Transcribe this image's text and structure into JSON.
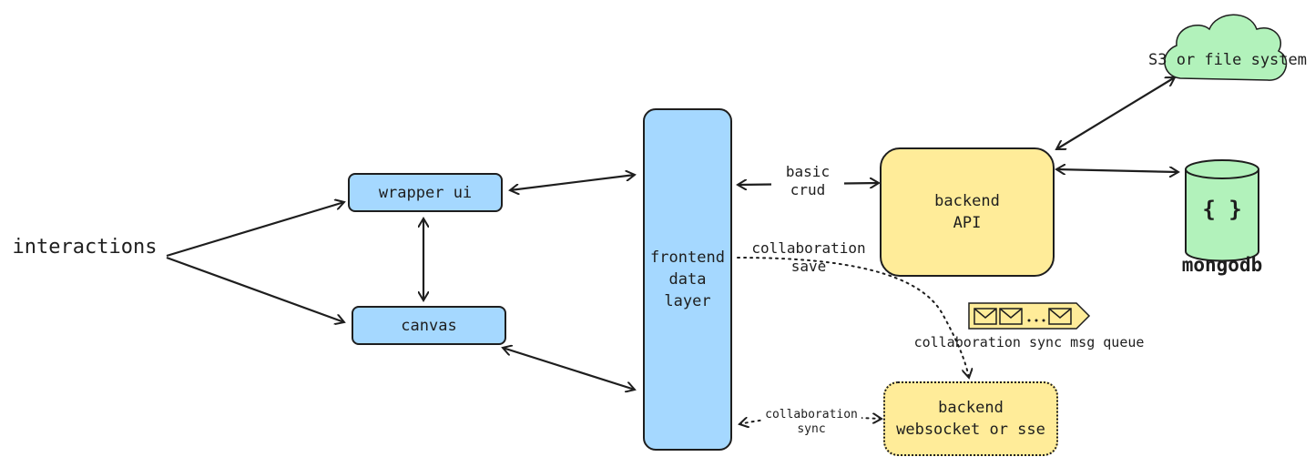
{
  "nodes": {
    "interactions": "interactions",
    "wrapper_ui": "wrapper ui",
    "canvas": "canvas",
    "frontend_data_layer": "frontend\ndata\nlayer",
    "backend_api": "backend\nAPI",
    "backend_websocket": "backend\nwebsocket or sse",
    "storage": "S3 or file system",
    "db_icon": "{ }",
    "db": "mongodb"
  },
  "edges": {
    "basic_crud": "basic\ncrud",
    "collaboration_save": "collaboration\nsave",
    "collaboration_sync": "collaboration\nsync",
    "msg_queue": "collaboration sync msg queue"
  },
  "colors": {
    "blue_fill": "#a5d8ff",
    "yellow_fill": "#ffec99",
    "green_fill": "#b2f2bb",
    "stroke": "#1e1e1e"
  }
}
